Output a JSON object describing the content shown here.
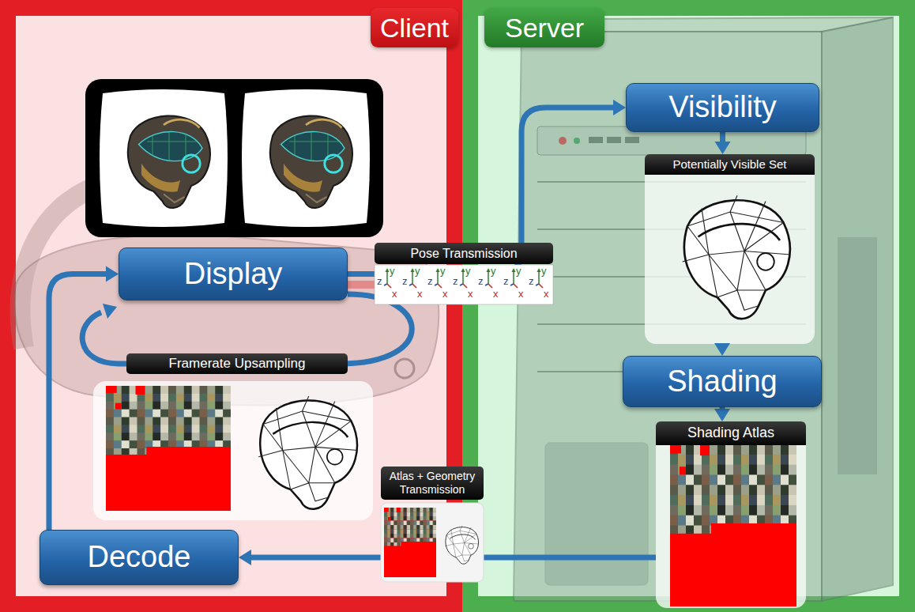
{
  "diagram": {
    "nodes": [
      {
        "text": [
          "Client"
        ]
      },
      {
        "text": [
          "Display"
        ],
        "in": 0
      },
      {
        "text": [
          "Decode"
        ],
        "in": 0
      },
      {
        "text": [
          "Server"
        ]
      },
      {
        "text": [
          "Visibility"
        ],
        "in": 3
      },
      {
        "text": [
          "Potentially Visible Set"
        ],
        "in": 3
      },
      {
        "text": [
          "Shading"
        ],
        "in": 3
      },
      {
        "text": [
          "Shading Atlas"
        ],
        "in": 3
      }
    ],
    "edges": [
      {
        "from": 1,
        "to": 4,
        "arrow": "to",
        "label": "Pose Transmission"
      },
      {
        "from": 4,
        "to": 5,
        "arrow": "to"
      },
      {
        "from": 5,
        "to": 6,
        "arrow": "to"
      },
      {
        "from": 6,
        "to": 7,
        "arrow": "to"
      },
      {
        "from": 7,
        "to": 2,
        "arrow": "to",
        "label": "Atlas + Geometry Transmission"
      },
      {
        "from": 2,
        "to": 1,
        "arrow": "to"
      }
    ],
    "labels": [
      "Framerate Upsampling",
      "z",
      "y",
      "x",
      "z",
      "y",
      "x",
      "z",
      "y",
      "x",
      "z",
      "y",
      "x",
      "z",
      "y",
      "x",
      "z",
      "y",
      "x",
      "z",
      "y",
      "x"
    ]
  }
}
